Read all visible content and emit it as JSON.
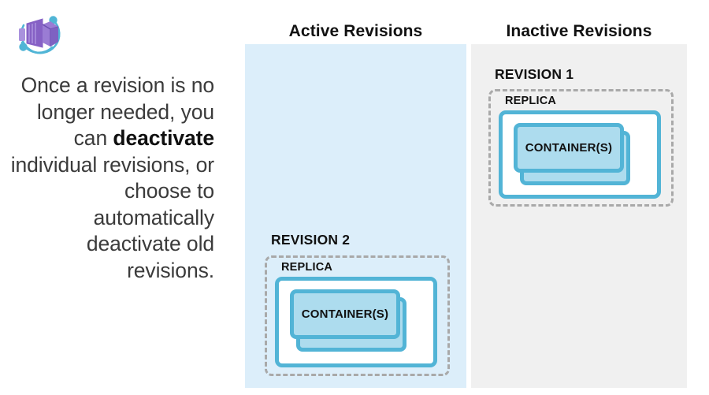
{
  "logo": {
    "icon_name": "azure-container-apps-icon",
    "box_color": "#8661c5",
    "box_light_color": "#a992dd",
    "box_dark_color": "#6c4fb0",
    "arc_color": "#50b5d6"
  },
  "description": {
    "prefix": "Once a revision is no longer needed, you can ",
    "emphasis": "deactivate",
    "suffix": " individual revisions, or choose to automatically deactivate old revisions."
  },
  "columns": [
    {
      "id": "active",
      "heading": "Active Revisions",
      "background": "#dceefa"
    },
    {
      "id": "inactive",
      "heading": "Inactive Revisions",
      "background": "#f0f0f0"
    }
  ],
  "revisions": [
    {
      "id": "revision-1",
      "label": "REVISION 1",
      "column": "inactive",
      "replica_label": "REPLICA",
      "container_label": "CONTAINER(S)",
      "container_count": 2
    },
    {
      "id": "revision-2",
      "label": "REVISION 2",
      "column": "active",
      "replica_label": "REPLICA",
      "container_label": "CONTAINER(S)",
      "container_count": 2
    }
  ],
  "colors": {
    "container_fill": "#addcee",
    "container_border": "#52b4d6",
    "replica_dash": "#a9a9a9",
    "text": "#111111"
  }
}
